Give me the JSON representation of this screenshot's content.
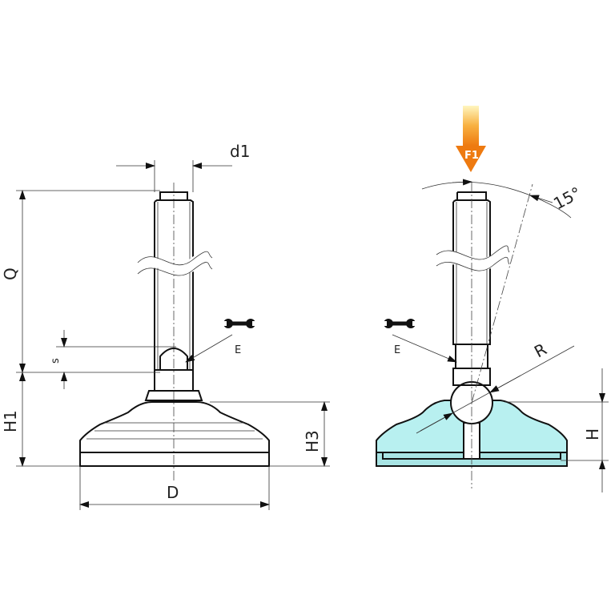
{
  "title": "Levelling foot technical drawing",
  "left_view": {
    "labels": {
      "d1": "d1",
      "Q": "Q",
      "s": "s",
      "H1": "H1",
      "H3": "H3",
      "D": "D",
      "E": "E"
    },
    "icons": [
      "wrench-icon"
    ]
  },
  "right_view": {
    "labels": {
      "E": "E",
      "R": "R",
      "H": "H",
      "angle": "15°",
      "force": "F1"
    },
    "icons": [
      "wrench-icon",
      "force-arrow-icon"
    ],
    "colors": {
      "base_fill": "#b8f0f0",
      "arrow": "#f08a1c"
    }
  }
}
